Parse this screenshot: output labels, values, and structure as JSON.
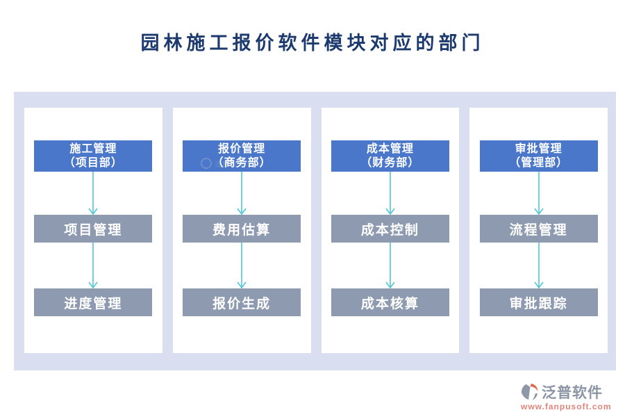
{
  "title": "园林施工报价软件模块对应的部门",
  "columns": [
    {
      "header": {
        "module": "施工管理",
        "department": "（项目部）"
      },
      "items": [
        "项目管理",
        "进度管理"
      ]
    },
    {
      "header": {
        "module": "报价管理",
        "department": "（商务部）"
      },
      "items": [
        "费用估算",
        "报价生成"
      ]
    },
    {
      "header": {
        "module": "成本管理",
        "department": "（财务部）"
      },
      "items": [
        "成本控制",
        "成本核算"
      ]
    },
    {
      "header": {
        "module": "审批管理",
        "department": "（管理部）"
      },
      "items": [
        "流程管理",
        "审批跟踪"
      ]
    }
  ],
  "footer": {
    "brand": "泛普软件",
    "url": "www.fanpusoft.com"
  },
  "colors": {
    "header_blue": "#4a77c9",
    "item_gray": "#8d9ab0",
    "panel_bg": "#d9dff1",
    "arrow_color": "#4fc7d6",
    "title_color": "#1c3a6d",
    "brand_text": "#8b95a6",
    "brand_url": "#e2837a",
    "icon_gray": "#8d97a8",
    "icon_orange": "#e06a4a"
  }
}
